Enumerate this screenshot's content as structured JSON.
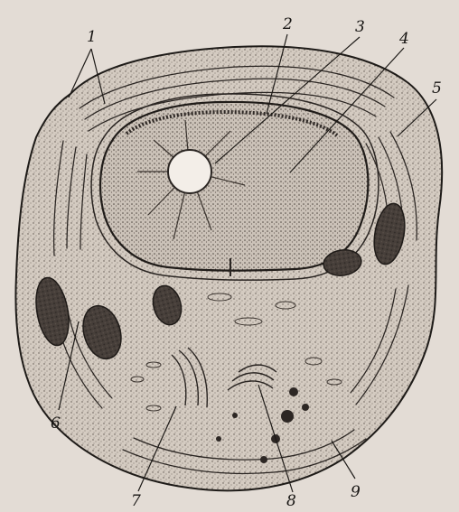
{
  "figure": {
    "labels": [
      {
        "id": "1",
        "text": "1"
      },
      {
        "id": "2",
        "text": "2"
      },
      {
        "id": "3",
        "text": "3"
      },
      {
        "id": "4",
        "text": "4"
      },
      {
        "id": "5",
        "text": "5"
      },
      {
        "id": "6",
        "text": "6"
      },
      {
        "id": "7",
        "text": "7"
      },
      {
        "id": "8",
        "text": "8"
      },
      {
        "id": "9",
        "text": "9"
      }
    ]
  },
  "colors": {
    "background": "#e4ddd6",
    "ink": "#1d1a17",
    "cytoplasm": "#d8d0c7",
    "nucleus": "#cfc7bd",
    "mitochondria_dark": "#3c3531"
  }
}
